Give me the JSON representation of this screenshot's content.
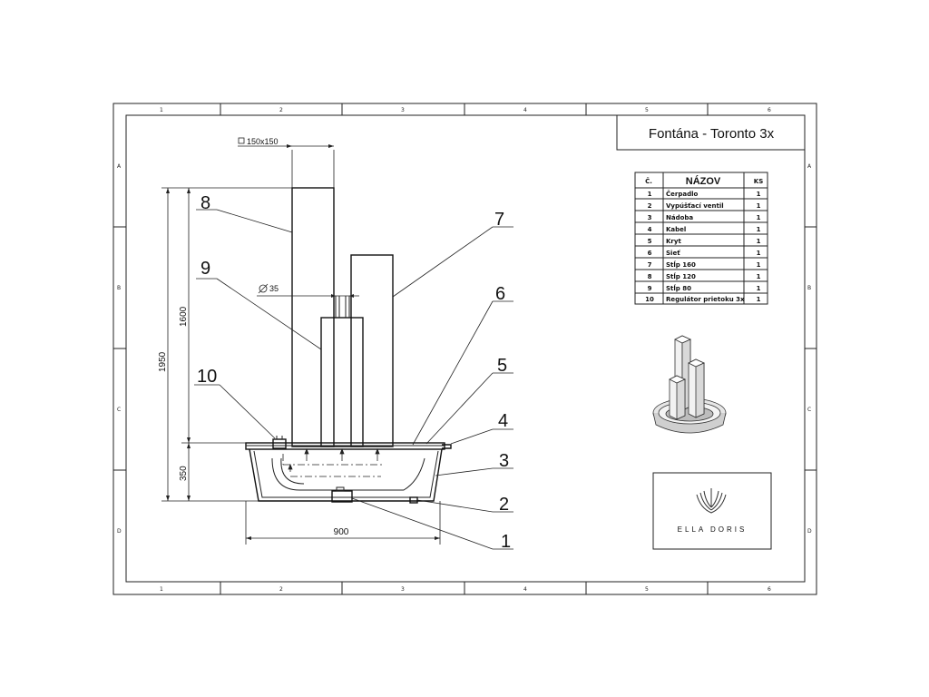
{
  "title": "Fontána - Toronto 3x",
  "frame": {
    "cols": [
      "1",
      "2",
      "3",
      "4",
      "5",
      "6"
    ],
    "rows": [
      "A",
      "B",
      "C",
      "D"
    ]
  },
  "dimensions": {
    "square": "150x150",
    "diameter": "35",
    "height_total": "1950",
    "height_column": "1600",
    "height_basin": "350",
    "width_basin": "900"
  },
  "callouts": [
    "1",
    "2",
    "3",
    "4",
    "5",
    "6",
    "7",
    "8",
    "9",
    "10"
  ],
  "bom": {
    "headers": [
      "Č.",
      "NÁZOV",
      "KS"
    ],
    "rows": [
      {
        "no": "1",
        "name": "Čerpadlo",
        "ks": "1"
      },
      {
        "no": "2",
        "name": "Vypúšťací ventil",
        "ks": "1"
      },
      {
        "no": "3",
        "name": "Nádoba",
        "ks": "1"
      },
      {
        "no": "4",
        "name": "Kabel",
        "ks": "1"
      },
      {
        "no": "5",
        "name": "Kryt",
        "ks": "1"
      },
      {
        "no": "6",
        "name": "Sieť",
        "ks": "1"
      },
      {
        "no": "7",
        "name": "Stĺp 160",
        "ks": "1"
      },
      {
        "no": "8",
        "name": "Stĺp 120",
        "ks": "1"
      },
      {
        "no": "9",
        "name": "Stĺp 80",
        "ks": "1"
      },
      {
        "no": "10",
        "name": "Regulátor prietoku 3x",
        "ks": "1"
      }
    ]
  },
  "logo": {
    "brand": "ELLA DORIS"
  }
}
